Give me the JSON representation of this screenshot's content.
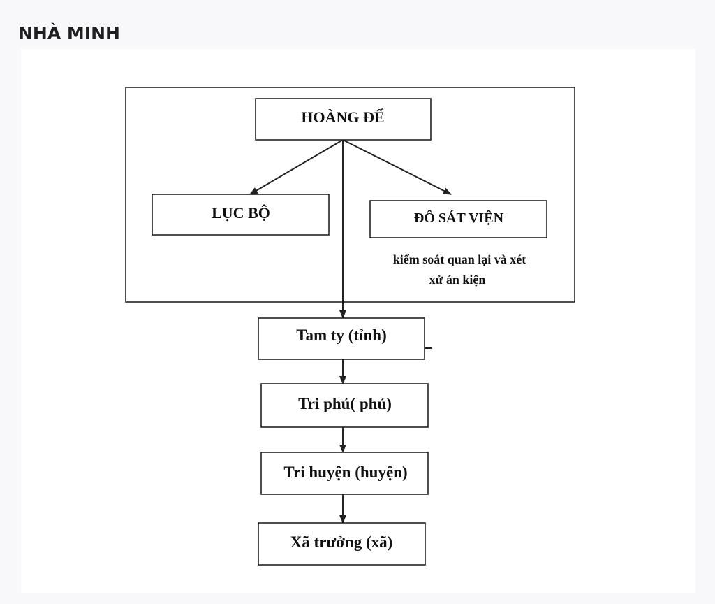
{
  "page": {
    "title": "NHÀ MINH"
  },
  "diagram": {
    "nodes": [
      {
        "id": "emperor",
        "label": "HOÀNG ĐẾ"
      },
      {
        "id": "six_ministries",
        "label": "LỤC BỘ"
      },
      {
        "id": "censorate",
        "label": "ĐÔ SÁT VIỆN"
      },
      {
        "id": "province",
        "label": "Tam ty (tỉnh)"
      },
      {
        "id": "prefecture",
        "label": "Tri phủ( phủ)"
      },
      {
        "id": "district",
        "label": "Tri huyện (huyện)"
      },
      {
        "id": "commune",
        "label": "Xã trưởng (xã)"
      }
    ],
    "censorate_note": {
      "line1": "kiểm soát quan lại và xét",
      "line2": "xử án kiện"
    },
    "edges": [
      {
        "from": "emperor",
        "to": "six_ministries"
      },
      {
        "from": "emperor",
        "to": "censorate"
      },
      {
        "from": "emperor",
        "to": "province"
      },
      {
        "from": "province",
        "to": "prefecture"
      },
      {
        "from": "prefecture",
        "to": "district"
      },
      {
        "from": "district",
        "to": "commune"
      }
    ]
  }
}
